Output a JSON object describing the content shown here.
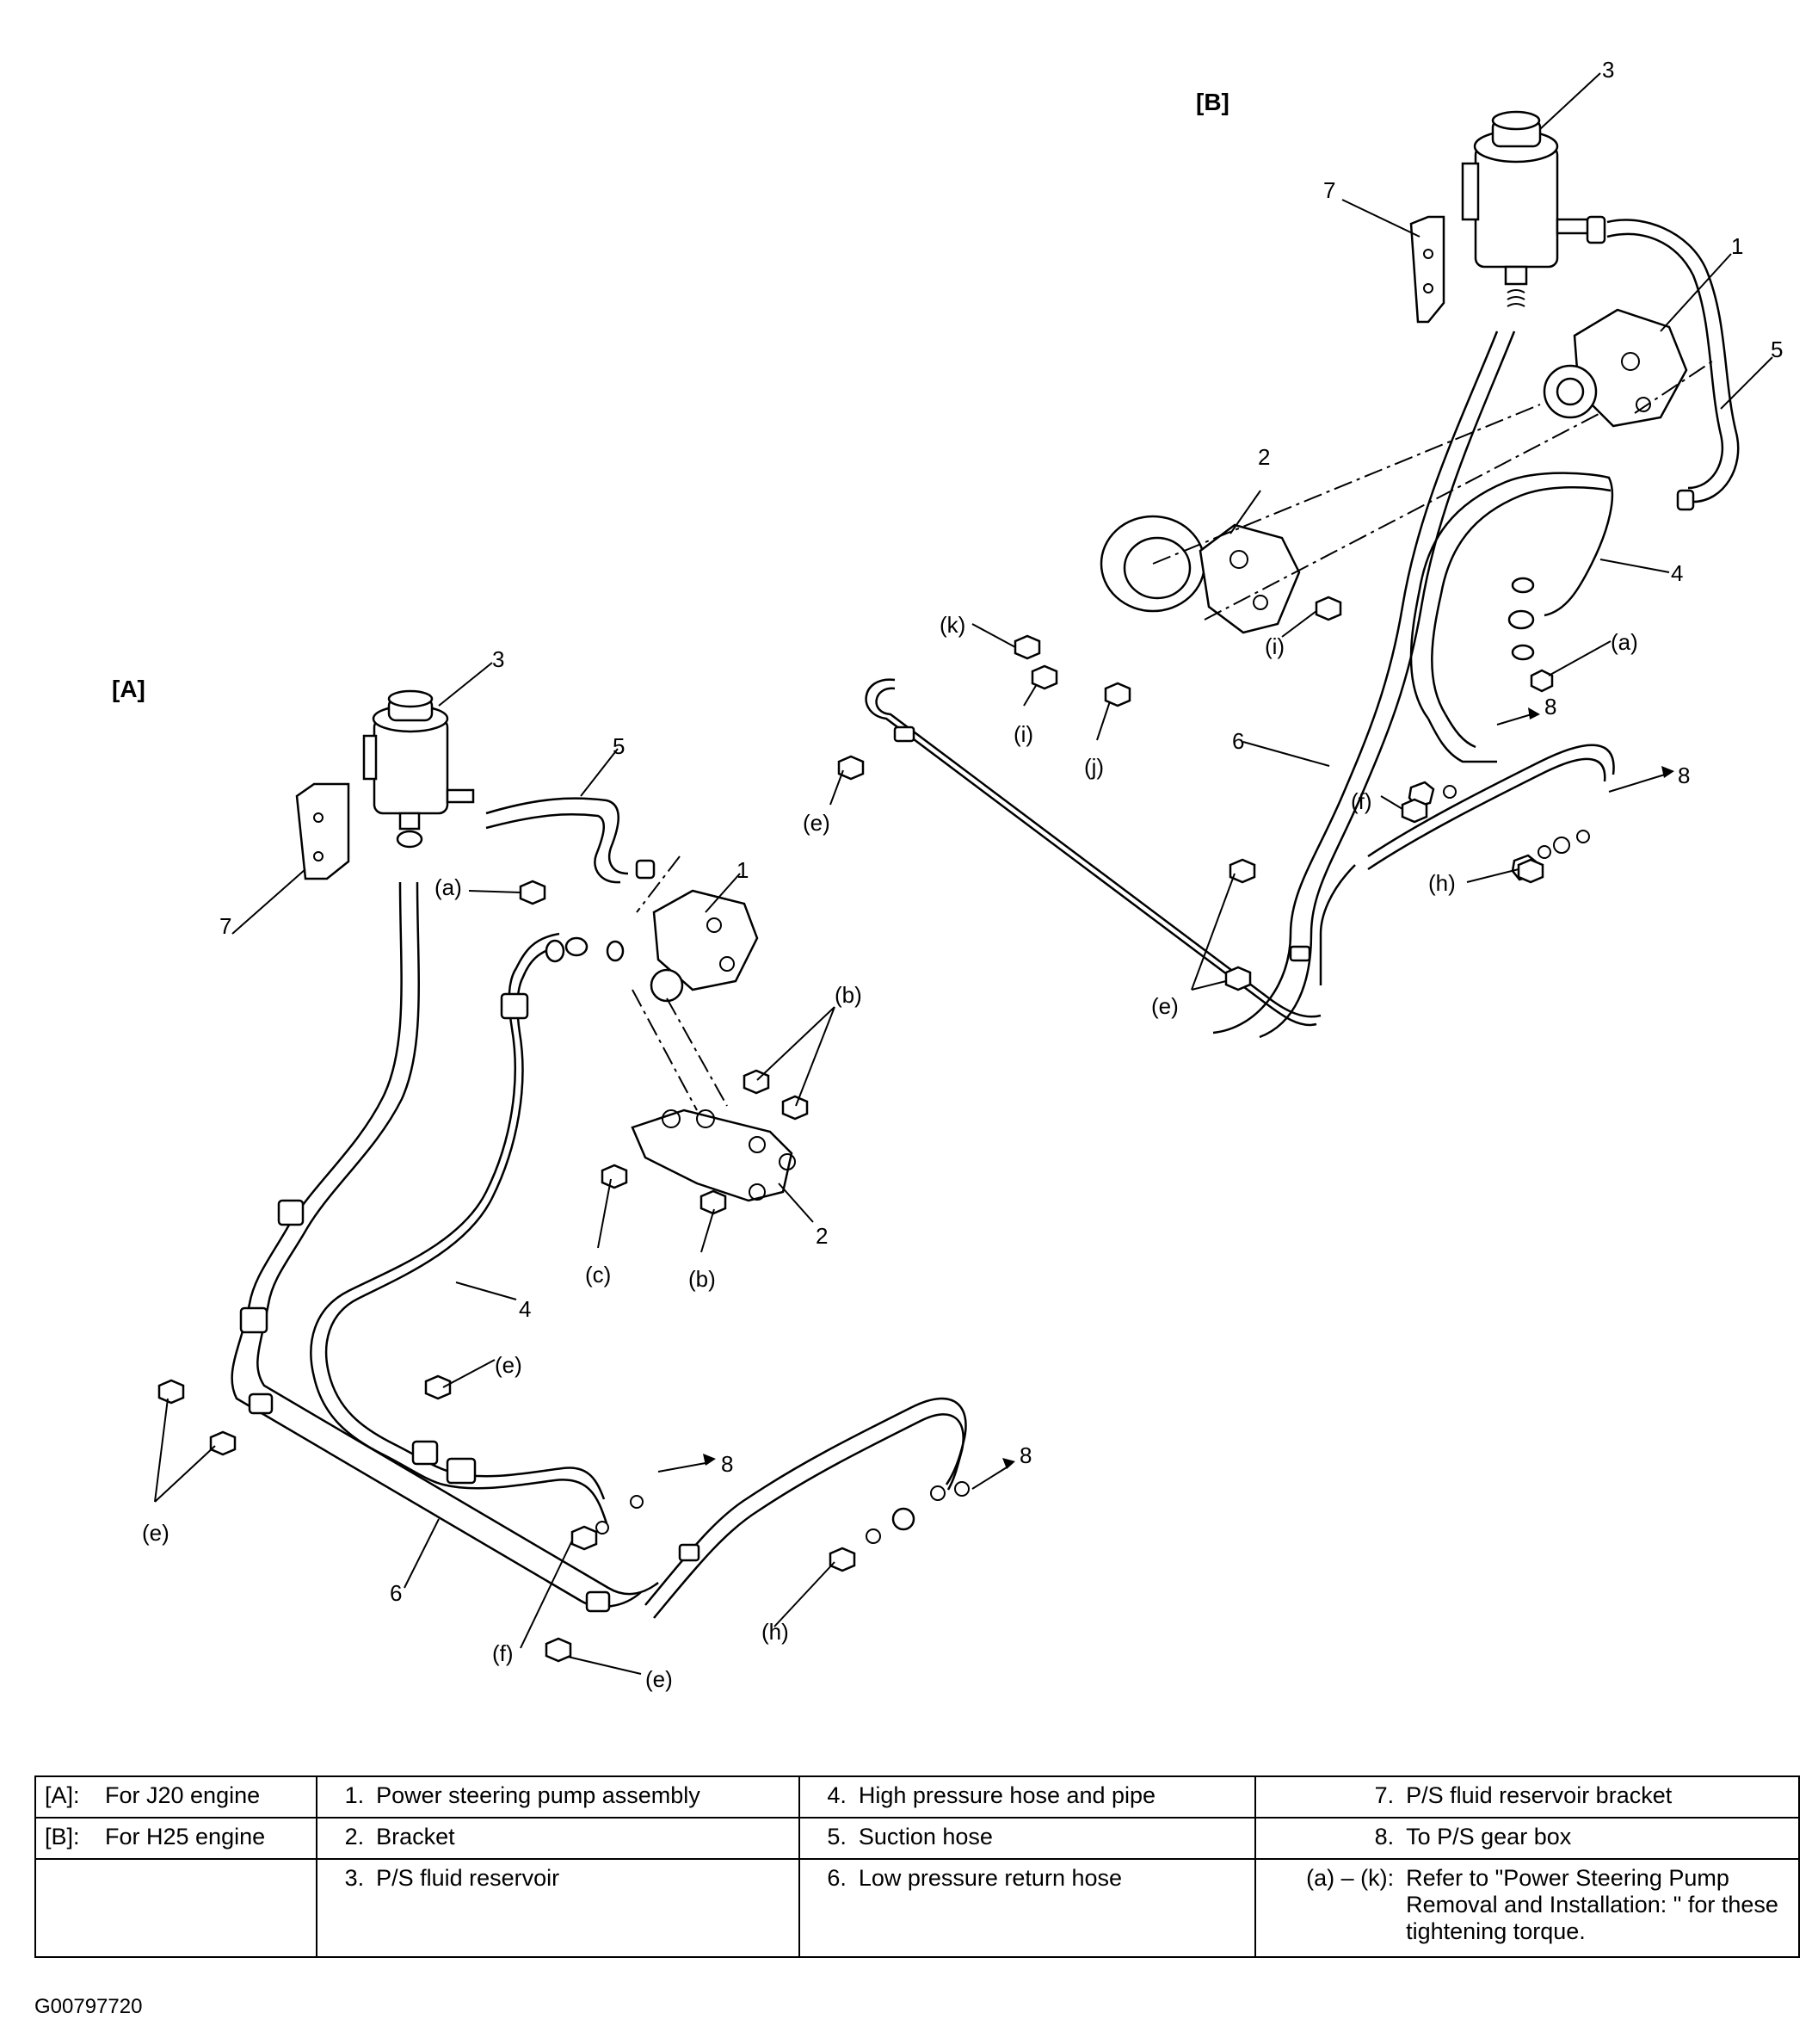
{
  "section_labels": {
    "a": "[A]",
    "b": "[B]"
  },
  "callouts": {
    "n1": "1",
    "n2": "2",
    "n3": "3",
    "n4": "4",
    "n5": "5",
    "n6": "6",
    "n7": "7",
    "n8": "8",
    "a": "(a)",
    "b": "(b)",
    "c": "(c)",
    "e": "(e)",
    "f": "(f)",
    "h": "(h)",
    "i": "(i)",
    "j": "(j)",
    "k": "(k)"
  },
  "legend": {
    "rows": [
      [
        {
          "key": "[A]:",
          "text": "For J20 engine"
        },
        {
          "key": "1.",
          "text": "Power steering pump assembly"
        },
        {
          "key": "4.",
          "text": "High pressure hose and pipe"
        },
        {
          "key": "7.",
          "text": "P/S fluid reservoir bracket"
        }
      ],
      [
        {
          "key": "[B]:",
          "text": "For H25 engine"
        },
        {
          "key": "2.",
          "text": "Bracket"
        },
        {
          "key": "5.",
          "text": "Suction hose"
        },
        {
          "key": "8.",
          "text": "To P/S gear box"
        }
      ],
      [
        {
          "key": "",
          "text": ""
        },
        {
          "key": "3.",
          "text": "P/S fluid reservoir"
        },
        {
          "key": "6.",
          "text": "Low pressure return hose"
        },
        {
          "key": "(a) – (k):",
          "text": "Refer to \"Power Steering Pump Removal and Installation: \" for these tightening torque."
        }
      ]
    ]
  },
  "figure_id": "G00797720"
}
